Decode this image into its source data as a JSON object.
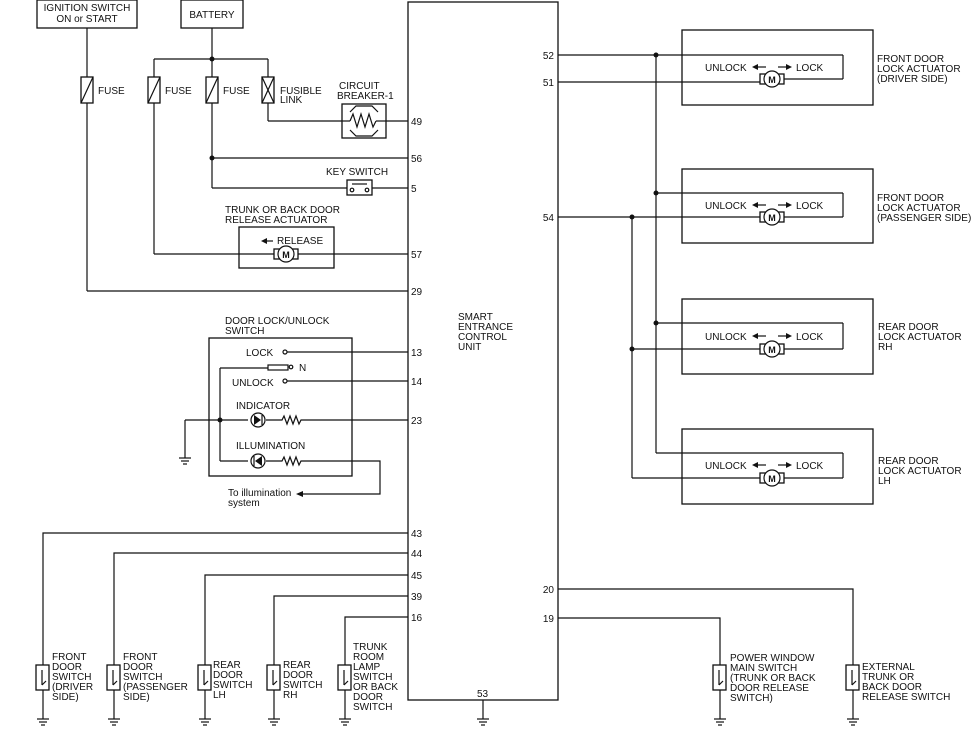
{
  "labels": {
    "ignition_l1": "IGNITION SWITCH",
    "ignition_l2": "ON or START",
    "battery": "BATTERY",
    "fuse": "FUSE",
    "fusible_l1": "FUSIBLE",
    "fusible_l2": "LINK",
    "breaker_l1": "CIRCUIT",
    "breaker_l2": "BREAKER-1",
    "key_switch": "KEY SWITCH",
    "trunk_act_l1": "TRUNK OR BACK DOOR",
    "trunk_act_l2": "RELEASE ACTUATOR",
    "release": "RELEASE",
    "dl_switch_l1": "DOOR LOCK/UNLOCK",
    "dl_switch_l2": "SWITCH",
    "lock": "LOCK",
    "unlock": "UNLOCK",
    "n": "N",
    "indicator": "INDICATOR",
    "illumination": "ILLUMINATION",
    "to_illum_l1": "To illumination",
    "to_illum_l2": "system",
    "scu_l1": "SMART",
    "scu_l2": "ENTRANCE",
    "scu_l3": "CONTROL",
    "scu_l4": "UNIT",
    "motor": "M"
  },
  "actuators": [
    {
      "l1": "FRONT DOOR",
      "l2": "LOCK ACTUATOR",
      "l3": "(DRIVER SIDE)",
      "unlock": "UNLOCK",
      "lock": "LOCK"
    },
    {
      "l1": "FRONT DOOR",
      "l2": "LOCK ACTUATOR",
      "l3": "(PASSENGER SIDE)",
      "unlock": "UNLOCK",
      "lock": "LOCK"
    },
    {
      "l1": "REAR DOOR",
      "l2": "LOCK ACTUATOR",
      "l3": "RH",
      "unlock": "UNLOCK",
      "lock": "LOCK"
    },
    {
      "l1": "REAR DOOR",
      "l2": "LOCK ACTUATOR",
      "l3": "LH",
      "unlock": "UNLOCK",
      "lock": "LOCK"
    }
  ],
  "bottom_switches": [
    {
      "l1": "FRONT",
      "l2": "DOOR",
      "l3": "SWITCH",
      "l4": "(DRIVER",
      "l5": "SIDE)"
    },
    {
      "l1": "FRONT",
      "l2": "DOOR",
      "l3": "SWITCH",
      "l4": "(PASSENGER",
      "l5": "SIDE)"
    },
    {
      "l1": "REAR",
      "l2": "DOOR",
      "l3": "SWITCH",
      "l4": "LH"
    },
    {
      "l1": "REAR",
      "l2": "DOOR",
      "l3": "SWITCH",
      "l4": "RH"
    },
    {
      "l1": "TRUNK",
      "l2": "ROOM",
      "l3": "LAMP",
      "l4": "SWITCH",
      "l5": "OR BACK",
      "l6": "DOOR",
      "l7": "SWITCH"
    }
  ],
  "right_switches": [
    {
      "l1": "POWER WINDOW",
      "l2": "MAIN SWITCH",
      "l3": "(TRUNK OR BACK",
      "l4": "DOOR RELEASE",
      "l5": "SWITCH)"
    },
    {
      "l1": "EXTERNAL",
      "l2": "TRUNK OR",
      "l3": "BACK DOOR",
      "l4": "RELEASE SWITCH"
    }
  ],
  "pins": {
    "p49": "49",
    "p56": "56",
    "p5": "5",
    "p57": "57",
    "p29": "29",
    "p13": "13",
    "p14": "14",
    "p23": "23",
    "p43": "43",
    "p44": "44",
    "p45": "45",
    "p39": "39",
    "p16": "16",
    "p52": "52",
    "p51": "51",
    "p54": "54",
    "p20": "20",
    "p19": "19",
    "p53": "53"
  }
}
